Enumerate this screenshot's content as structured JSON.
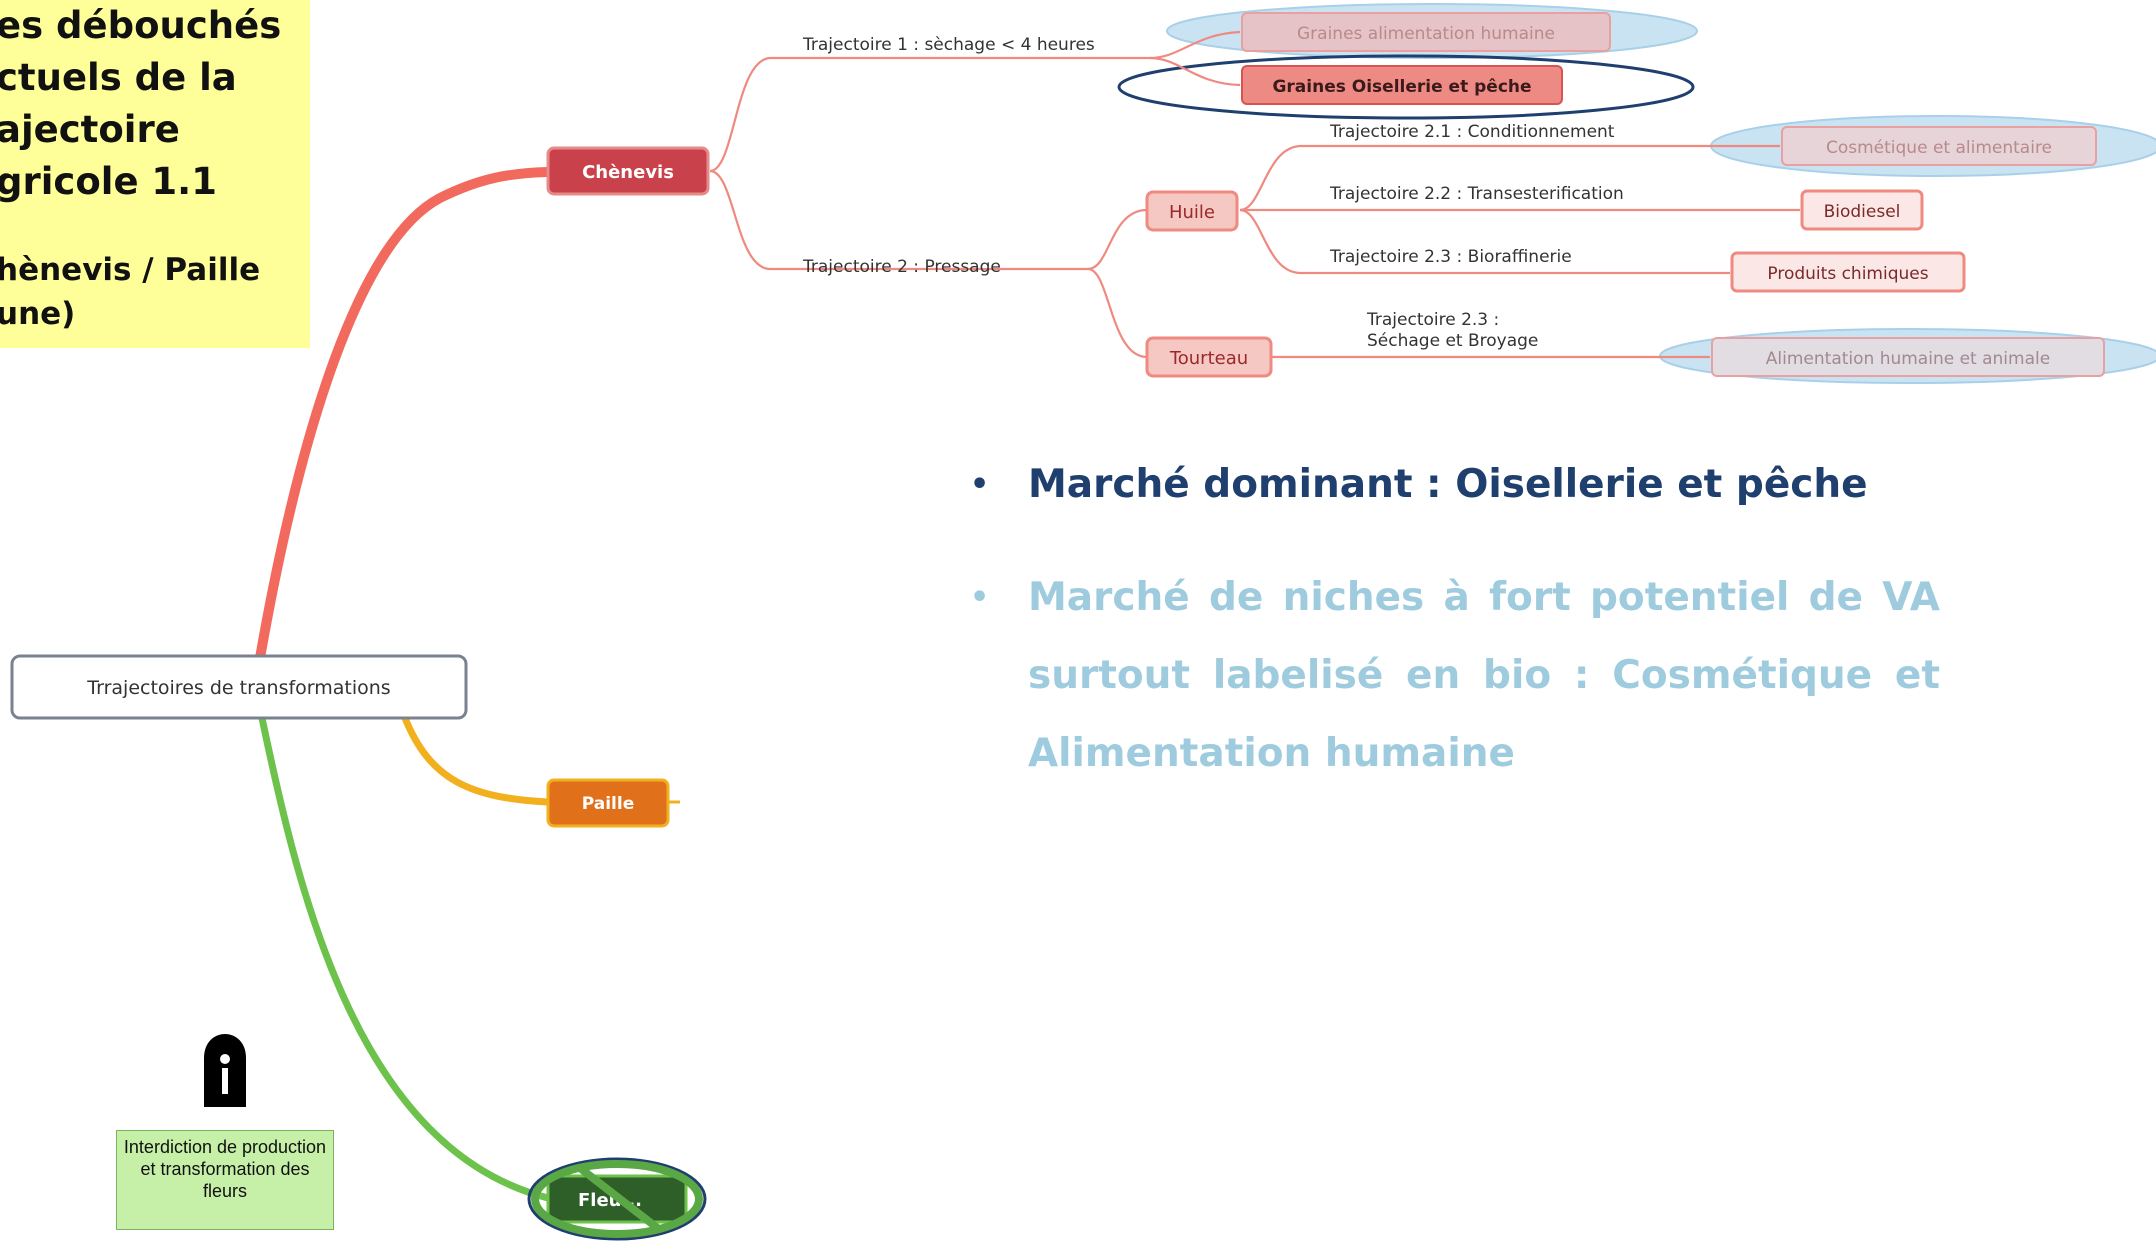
{
  "header_box": {
    "title_lines": [
      "es   débouchés",
      "ctuels   de   la",
      "ajectoire",
      "gricole 1.1"
    ],
    "subtitle_lines": [
      "hènevis  /  Paille",
      "une)"
    ]
  },
  "mindmap": {
    "root": "Trrajectoires de transformations",
    "branches": {
      "chenevis": "Chènevis",
      "paille": "Paille",
      "fleurs": "Fleu..."
    },
    "edge_labels": {
      "traj1": "Trajectoire 1 : sèchage < 4 heures",
      "traj2": "Trajectoire 2 : Pressage",
      "traj21": "Trajectoire 2.1 : Conditionnement",
      "traj22": "Trajectoire 2.2 :   Transesterification",
      "traj23": "Trajectoire 2.3 : Bioraffinerie",
      "traj23b_line1": "Trajectoire 2.3 :",
      "traj23b_line2": "Séchage et Broyage"
    },
    "nodes": {
      "huile": "Huile",
      "tourteau": "Tourteau",
      "graines_alim": "Graines alimentation humaine",
      "graines_oisellerie": "Graines Oisellerie et pêche",
      "cosmetique": "Cosmétique et alimentaire",
      "biodiesel": "Biodiesel",
      "produits_chimiques": "Produits chimiques",
      "alim_humaine_animale": "Alimentation humaine et animale"
    },
    "colors": {
      "chenevis_branch": "#f26a5e",
      "paille_branch": "#f2b01e",
      "fleurs_branch": "#6cc24a",
      "highlight_ellipse": "#c9e3f2",
      "dark_ellipse": "#1f3f6e",
      "ban_ring": "#5aa845"
    }
  },
  "bullets": [
    {
      "text": "Marché dominant : Oisellerie et pêche",
      "color": "#1f3f6e"
    },
    {
      "text": "Marché de niches à fort potentiel de VA surtout labelisé en bio : Cosmétique et Alimentation humaine",
      "color": "#9fcbde"
    }
  ],
  "ban_note": {
    "icon": "keyhole-lock-icon",
    "text": "Interdiction de production et transformation des fleurs"
  }
}
